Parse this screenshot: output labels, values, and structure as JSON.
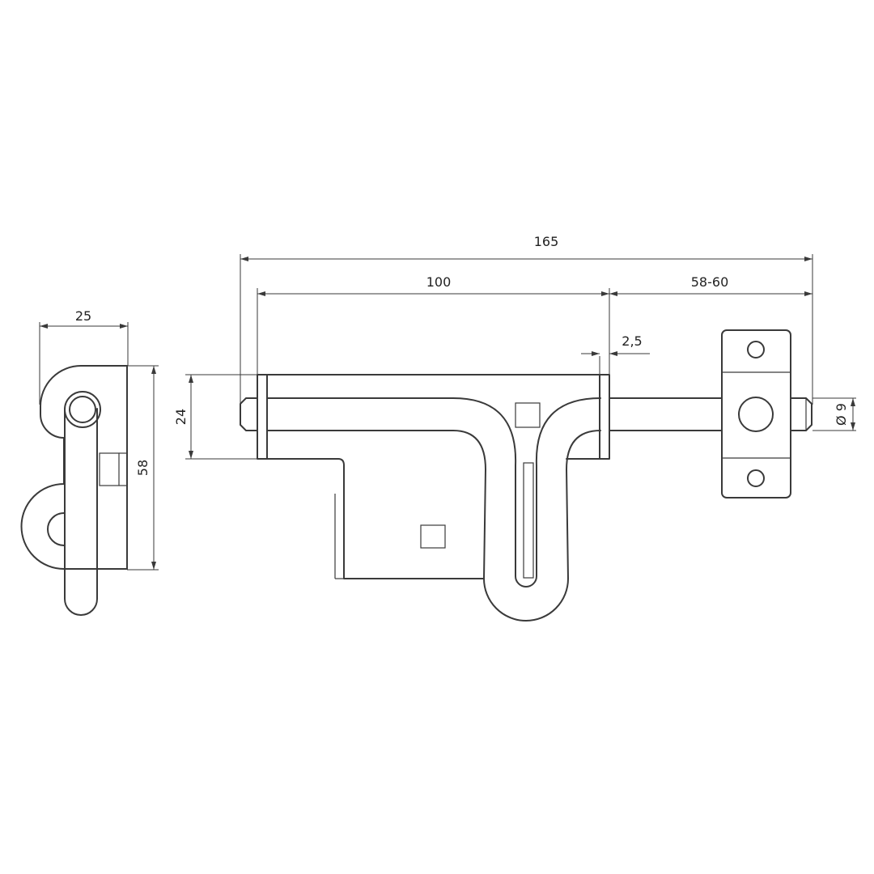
{
  "colors": {
    "line": "#3a3a3a",
    "text": "#222222",
    "background": "#ffffff"
  },
  "dimensions": {
    "overall_length": "165",
    "plate_length": "100",
    "bolt_projection": "58-60",
    "plate_thickness": "2,5",
    "plate_height": "24",
    "side_width": "25",
    "side_height": "58",
    "bolt_diameter": "Ø 9"
  }
}
